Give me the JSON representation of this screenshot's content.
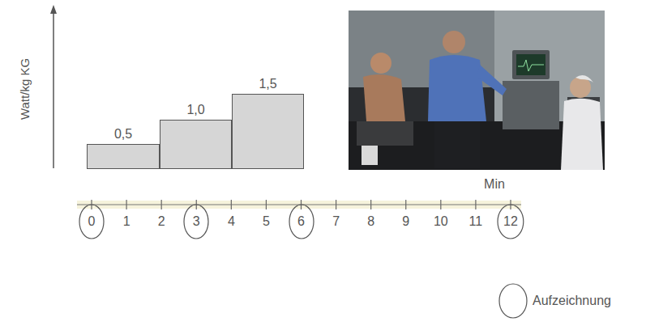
{
  "diagram": {
    "nodes": [
      {
        "text": [
          "0,5"
        ]
      },
      {
        "text": [
          "1,0"
        ]
      },
      {
        "text": [
          "1,5"
        ]
      },
      {
        "text": [
          "0"
        ]
      },
      {
        "text": [
          "3"
        ]
      },
      {
        "text": [
          "6"
        ]
      },
      {
        "text": [
          "12"
        ]
      }
    ],
    "labels": [
      "Watt/kg KG",
      "Min",
      "1",
      "2",
      "4",
      "5",
      "7",
      "8",
      "9",
      "10",
      "11"
    ],
    "legend": [
      {
        "text": "Aufzeichnung"
      }
    ]
  }
}
